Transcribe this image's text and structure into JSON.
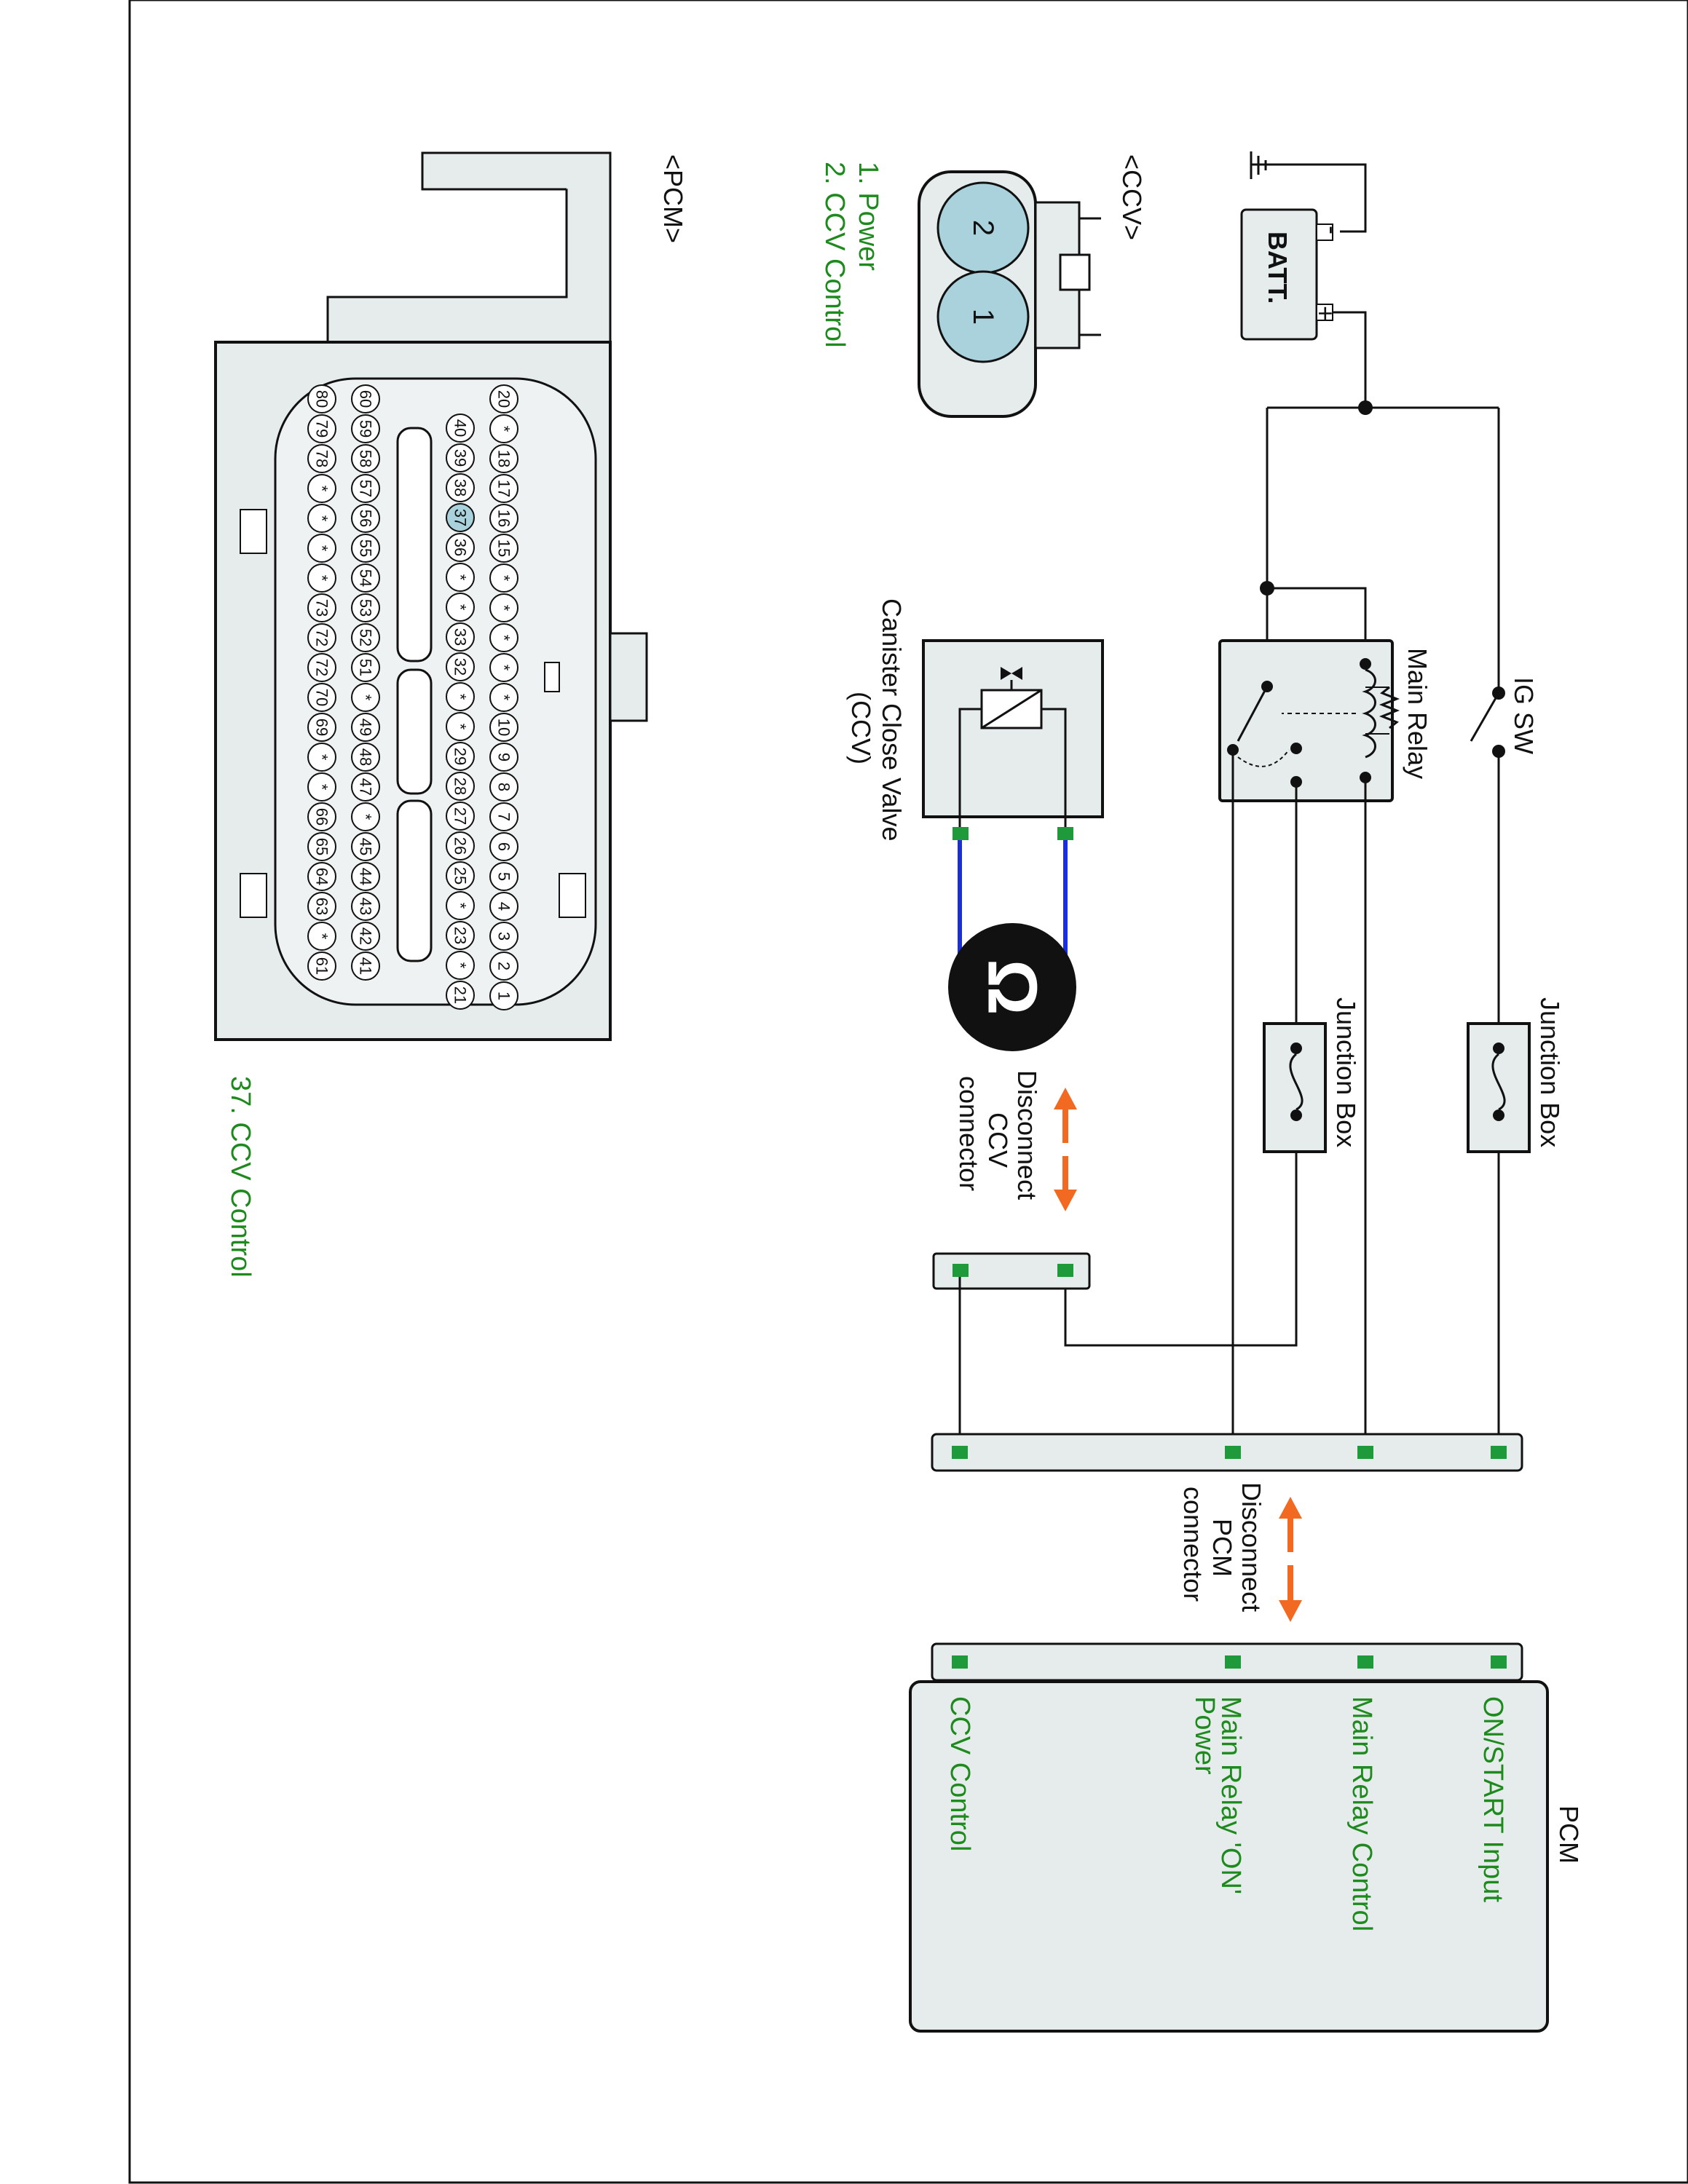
{
  "labels": {
    "ig_sw": "IG SW",
    "main_relay": "Main Relay",
    "batt": "BATT.",
    "batt_minus": "-",
    "batt_plus": "+",
    "junction_box_1": "Junction Box",
    "junction_box_2": "Junction Box",
    "ccv_line1": "Canister Close Valve",
    "ccv_line2": "(CCV)",
    "disconnect_ccv_1": "Disconnect",
    "disconnect_ccv_2": "CCV",
    "disconnect_ccv_3": "connector",
    "disconnect_pcm_1": "Disconnect",
    "disconnect_pcm_2": "PCM",
    "disconnect_pcm_3": "connector",
    "ohm_symbol": "Ω",
    "pcm_title": "PCM"
  },
  "pcm_pins": {
    "on_start": "ON/START Input",
    "main_relay_control": "Main Relay Control",
    "main_relay_on_1": "Main Relay 'ON'",
    "main_relay_on_2": "Power",
    "ccv_control": "CCV Control"
  },
  "ccv_connector": {
    "title": "<CCV>",
    "pin1": "1",
    "pin2": "2",
    "legend_1": "1. Power",
    "legend_2": "2. CCV Control"
  },
  "pcm_connector": {
    "title": "<PCM>",
    "legend": "37. CCV Control",
    "highlight_pin": "37",
    "rows": [
      [
        "20",
        "*",
        "18",
        "17",
        "16",
        "15",
        "*",
        "*",
        "*",
        "*",
        "*",
        "10",
        "9",
        "8",
        "7",
        "6",
        "5",
        "4",
        "3",
        "2",
        "1"
      ],
      [
        "40",
        "39",
        "38",
        "37",
        "36",
        "*",
        "*",
        "33",
        "32",
        "*",
        "*",
        "29",
        "28",
        "27",
        "26",
        "25",
        "*",
        "23",
        "*",
        "21"
      ],
      [
        "60",
        "59",
        "58",
        "57",
        "56",
        "55",
        "54",
        "53",
        "52",
        "51",
        "*",
        "49",
        "48",
        "47",
        "*",
        "45",
        "44",
        "43",
        "42",
        "41"
      ],
      [
        "80",
        "79",
        "78",
        "*",
        "*",
        "*",
        "*",
        "73",
        "72",
        "72",
        "70",
        "69",
        "*",
        "*",
        "66",
        "65",
        "64",
        "63",
        "*",
        "61"
      ]
    ]
  },
  "colors": {
    "wire": "#111111",
    "measure_wire": "#1a2fd6",
    "arrow": "#f26a21",
    "terminal": "#1f9a3a",
    "label_green": "#1e8a1e",
    "box_fill": "#e6ecec",
    "connector_pin_fill": "#a9d2dc"
  }
}
